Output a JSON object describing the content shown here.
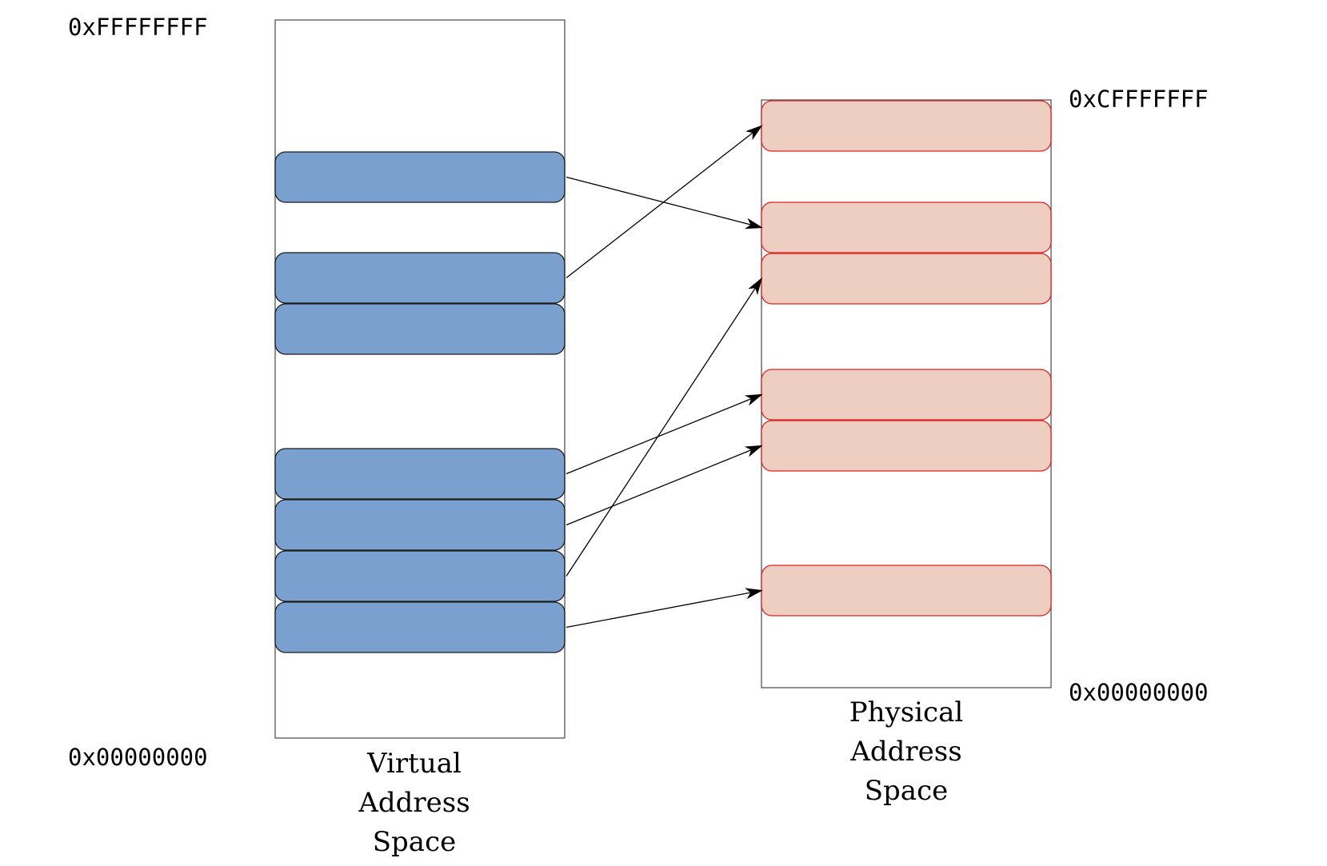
{
  "virtual_space": {
    "top_address": "0xFFFFFFFF",
    "bottom_address": "0x00000000",
    "label_lines": [
      "Virtual",
      "Address",
      "Space"
    ],
    "page_fill": "#7aa0cf",
    "page_stroke": "#1a1a1a"
  },
  "physical_space": {
    "top_address": "0xCFFFFFFF",
    "bottom_address": "0x00000000",
    "label_lines": [
      "Physical",
      "Address",
      "Space"
    ],
    "page_fill": "#efcec2",
    "page_stroke": "#e02020"
  },
  "mappings": [
    {
      "virtual_page": 1,
      "physical_page": 2
    },
    {
      "virtual_page": 2,
      "physical_page": 1
    },
    {
      "virtual_page": 4,
      "physical_page": 4
    },
    {
      "virtual_page": 5,
      "physical_page": 5
    },
    {
      "virtual_page": 6,
      "physical_page": 3
    },
    {
      "virtual_page": 7,
      "physical_page": 6
    }
  ]
}
